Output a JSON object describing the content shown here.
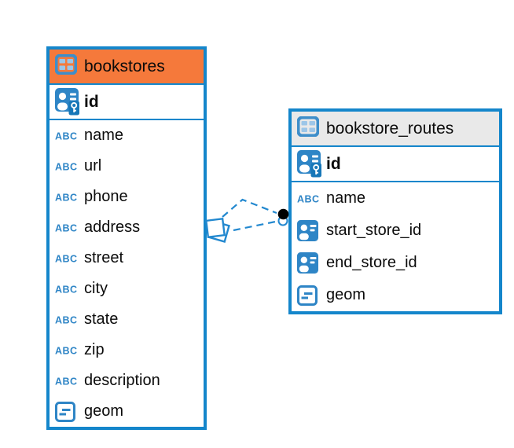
{
  "diagram": {
    "tables": [
      {
        "name": "bookstores",
        "header_style": "orange",
        "columns": [
          {
            "name": "id",
            "type": "primary-key"
          },
          {
            "name": "name",
            "type": "text"
          },
          {
            "name": "url",
            "type": "text"
          },
          {
            "name": "phone",
            "type": "text"
          },
          {
            "name": "address",
            "type": "text"
          },
          {
            "name": "street",
            "type": "text"
          },
          {
            "name": "city",
            "type": "text"
          },
          {
            "name": "state",
            "type": "text"
          },
          {
            "name": "zip",
            "type": "text"
          },
          {
            "name": "description",
            "type": "text"
          },
          {
            "name": "geom",
            "type": "geometry"
          }
        ]
      },
      {
        "name": "bookstore_routes",
        "header_style": "gray",
        "columns": [
          {
            "name": "id",
            "type": "primary-key"
          },
          {
            "name": "name",
            "type": "text"
          },
          {
            "name": "start_store_id",
            "type": "foreign-key"
          },
          {
            "name": "end_store_id",
            "type": "foreign-key"
          },
          {
            "name": "geom",
            "type": "geometry"
          }
        ]
      }
    ],
    "relationships": [
      {
        "from": "bookstore_routes",
        "to": "bookstores",
        "style": "dashed"
      },
      {
        "from": "bookstore_routes",
        "to": "bookstores",
        "style": "dashed"
      }
    ],
    "colors": {
      "table_border": "#1486CB",
      "header_orange": "#F5793B",
      "header_gray": "#E9E9E9",
      "icon_blue": "#2E85C6",
      "link_blue": "#2288CF",
      "text": "#0B0B0B"
    }
  }
}
